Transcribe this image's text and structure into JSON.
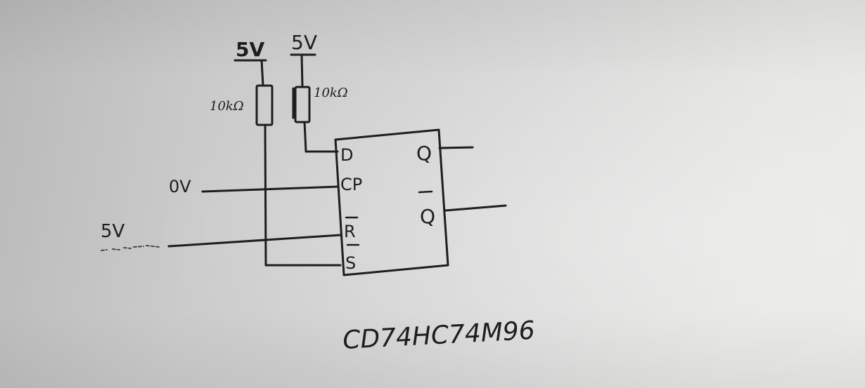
{
  "diagram": {
    "supply_left": "5V",
    "supply_right": "5V",
    "resistor_left": "10kΩ",
    "resistor_right": "10kΩ",
    "input_cp": "0V",
    "input_r": "5V",
    "pin_d": "D",
    "pin_cp": "CP",
    "pin_r": "R",
    "pin_s": "S",
    "pin_q": "Q",
    "pin_qbar": "Q",
    "chip_part": "CD74HC74M96"
  },
  "colors": {
    "ink": "#1e1e1e",
    "paper": "#d8d8d8"
  }
}
